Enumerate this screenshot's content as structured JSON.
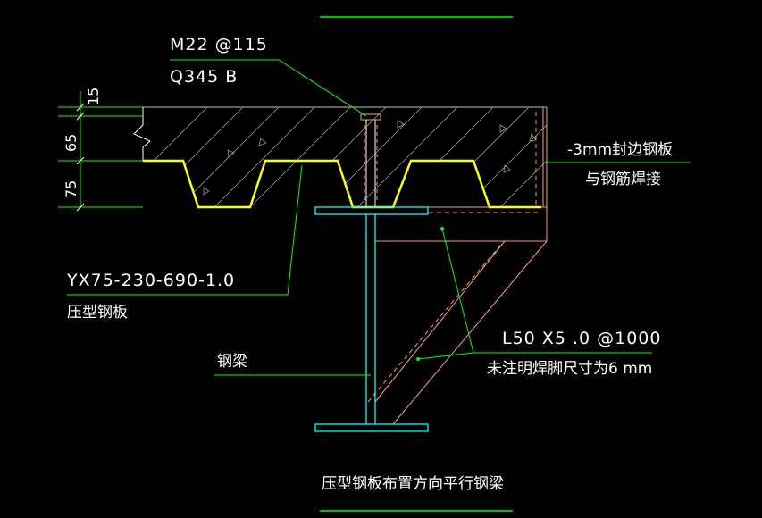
{
  "labels": {
    "anchor_spec": "M22 @115",
    "anchor_grade": "Q345 B",
    "edge_plate_line1": "-3mm封边钢板",
    "edge_plate_line2": "与钢筋焊接",
    "deck_spec": "YX75-230-690-1.0",
    "deck_name": "压型钢板",
    "beam_name": "钢梁",
    "angle_spec": "L50 X5 .0 @1000",
    "weld_note": "未注明焊脚尺寸为6 mm",
    "title": "压型钢板布置方向平行钢梁"
  },
  "dimensions": {
    "top_cover": "15",
    "mid": "65",
    "rib": "75"
  },
  "colors": {
    "background": "#000000",
    "green": "#00ff00",
    "yellow": "#ffff00",
    "cyan": "#00ffff",
    "salmon": "#ff9980",
    "white": "#ffffff",
    "gray": "#9a9a9a"
  }
}
